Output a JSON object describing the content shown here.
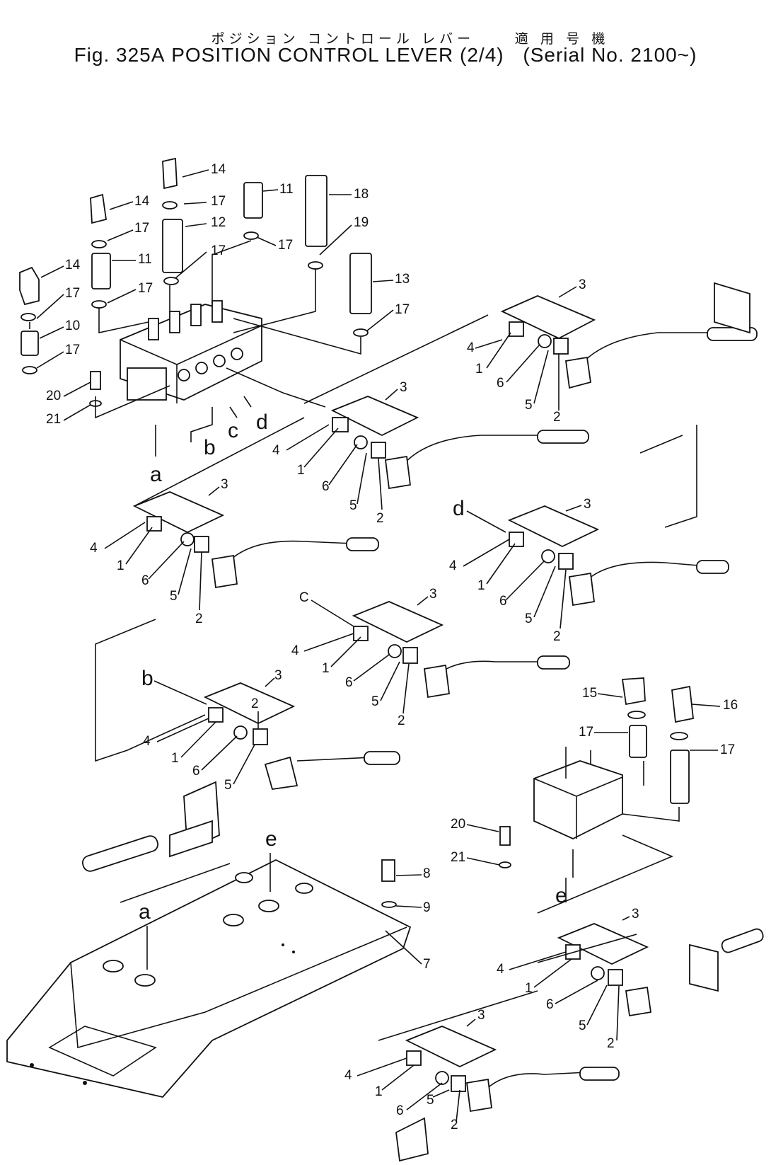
{
  "header": {
    "japanese_title": "ポジション コントロール レバー",
    "japanese_serial": "適 用 号 機",
    "figure": "Fig. 325A",
    "title": "POSITION CONTROL LEVER",
    "page": "(2/4)",
    "serial": "Serial No. 2100~"
  },
  "callouts": {
    "p1": "1",
    "p2": "2",
    "p3": "3",
    "p4": "4",
    "p5": "5",
    "p6": "6",
    "p7": "7",
    "p8": "8",
    "p9": "9",
    "p10": "10",
    "p11": "11",
    "p12": "12",
    "p13": "13",
    "p14": "14",
    "p15": "15",
    "p16": "16",
    "p17": "17",
    "p18": "18",
    "p19": "19",
    "p20": "20",
    "p21": "21"
  },
  "refs": {
    "a": "a",
    "b": "b",
    "c": "c",
    "d": "d",
    "e": "e",
    "C": "C"
  }
}
